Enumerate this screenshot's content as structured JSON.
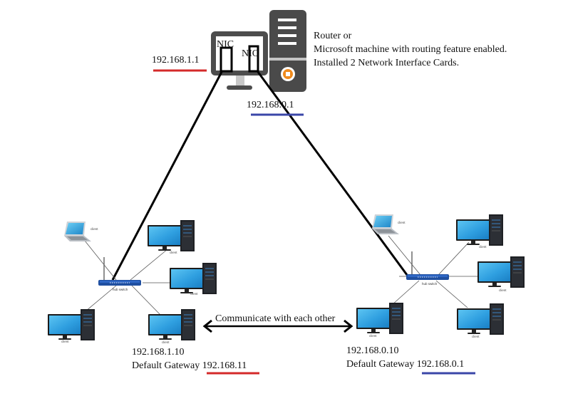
{
  "router": {
    "description_lines": [
      "Router or",
      "Microsoft machine with routing feature enabled.",
      "Installed 2 Network Interface Cards."
    ],
    "nic_label": "NIC",
    "left_ip": "192.168.1.1",
    "right_ip": "192.168.0.1",
    "left_ip_underline_color": "#d42a2a",
    "right_ip_underline_color": "#3a46a8",
    "tower_color": "#4a4a4a",
    "power_button_color": "#f08a1c"
  },
  "left_network": {
    "hub_label": "hub switch",
    "client_label": "client",
    "client_ip": "192.168.1.10",
    "gateway_label": "Default Gateway",
    "gateway_ip": "192.168.11",
    "gateway_underline_color": "#d42a2a"
  },
  "right_network": {
    "hub_label": "hub switch",
    "client_label": "client",
    "client_ip": "192.168.0.10",
    "gateway_label": "Default Gateway",
    "gateway_ip": "192.168.0.1",
    "gateway_underline_color": "#3a46a8"
  },
  "arrow": {
    "label": "Communicate with each other"
  }
}
